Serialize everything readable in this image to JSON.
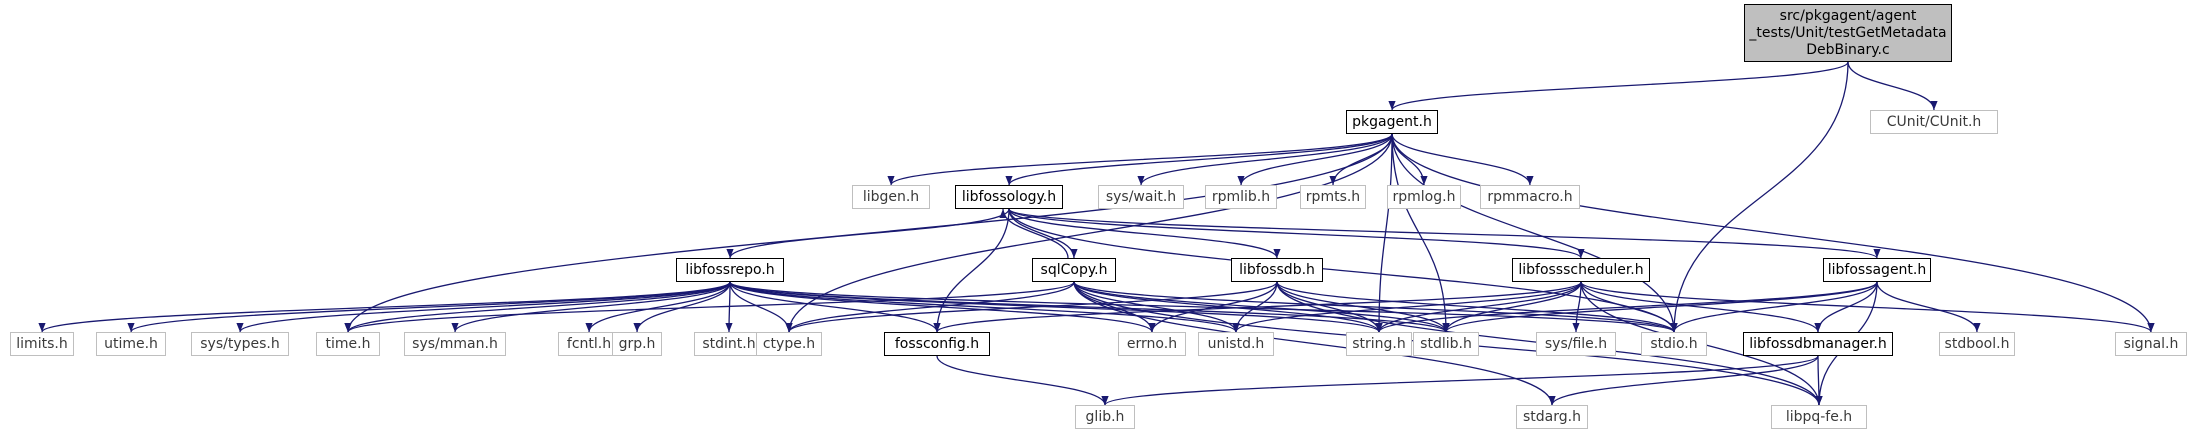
{
  "diagram": {
    "colors": {
      "edge": "#191970",
      "light_border": "#bfbfbf",
      "root_fill": "#bfbfbf"
    },
    "nodes": {
      "root": {
        "label": "src/pkgagent/agent\n_tests/Unit/testGetMetadata\nDebBinary.c",
        "style": "root"
      },
      "cunit": {
        "label": "CUnit/CUnit.h",
        "style": "light"
      },
      "pkgagent": {
        "label": "pkgagent.h",
        "style": "solid"
      },
      "libgen": {
        "label": "libgen.h",
        "style": "light"
      },
      "libfossology": {
        "label": "libfossology.h",
        "style": "solid"
      },
      "syswait": {
        "label": "sys/wait.h",
        "style": "light"
      },
      "rpmlib": {
        "label": "rpmlib.h",
        "style": "light"
      },
      "rpmts": {
        "label": "rpmts.h",
        "style": "light"
      },
      "rpmlog": {
        "label": "rpmlog.h",
        "style": "light"
      },
      "rpmmacro": {
        "label": "rpmmacro.h",
        "style": "light"
      },
      "libfossrepo": {
        "label": "libfossrepo.h",
        "style": "solid"
      },
      "sqlcopy": {
        "label": "sqlCopy.h",
        "style": "solid"
      },
      "libfossdb": {
        "label": "libfossdb.h",
        "style": "solid"
      },
      "libfossscheduler": {
        "label": "libfossscheduler.h",
        "style": "solid"
      },
      "libfossagent": {
        "label": "libfossagent.h",
        "style": "solid"
      },
      "limits": {
        "label": "limits.h",
        "style": "light"
      },
      "utime": {
        "label": "utime.h",
        "style": "light"
      },
      "systypes": {
        "label": "sys/types.h",
        "style": "light"
      },
      "time": {
        "label": "time.h",
        "style": "light"
      },
      "sysmman": {
        "label": "sys/mman.h",
        "style": "light"
      },
      "fcntl": {
        "label": "fcntl.h",
        "style": "light"
      },
      "grp": {
        "label": "grp.h",
        "style": "light"
      },
      "stdint": {
        "label": "stdint.h",
        "style": "light"
      },
      "ctype": {
        "label": "ctype.h",
        "style": "light"
      },
      "fossconfig": {
        "label": "fossconfig.h",
        "style": "solid"
      },
      "errno": {
        "label": "errno.h",
        "style": "light"
      },
      "unistd": {
        "label": "unistd.h",
        "style": "light"
      },
      "string": {
        "label": "string.h",
        "style": "light"
      },
      "stdlib": {
        "label": "stdlib.h",
        "style": "light"
      },
      "sysfile": {
        "label": "sys/file.h",
        "style": "light"
      },
      "stdio": {
        "label": "stdio.h",
        "style": "light"
      },
      "libfossdbmanager": {
        "label": "libfossdbmanager.h",
        "style": "solid"
      },
      "stdbool": {
        "label": "stdbool.h",
        "style": "light"
      },
      "signal": {
        "label": "signal.h",
        "style": "light"
      },
      "glib": {
        "label": "glib.h",
        "style": "light"
      },
      "stdarg": {
        "label": "stdarg.h",
        "style": "light"
      },
      "libpqfe": {
        "label": "libpq-fe.h",
        "style": "light"
      }
    },
    "edges": [
      [
        "root",
        "pkgagent"
      ],
      [
        "root",
        "cunit"
      ],
      [
        "root",
        "stdio"
      ],
      [
        "pkgagent",
        "libgen"
      ],
      [
        "pkgagent",
        "libfossology"
      ],
      [
        "pkgagent",
        "syswait"
      ],
      [
        "pkgagent",
        "rpmlib"
      ],
      [
        "pkgagent",
        "rpmts"
      ],
      [
        "pkgagent",
        "rpmlog"
      ],
      [
        "pkgagent",
        "rpmmacro"
      ],
      [
        "pkgagent",
        "time"
      ],
      [
        "pkgagent",
        "ctype"
      ],
      [
        "pkgagent",
        "string"
      ],
      [
        "pkgagent",
        "stdlib"
      ],
      [
        "pkgagent",
        "stdio"
      ],
      [
        "pkgagent",
        "signal"
      ],
      [
        "libfossology",
        "libfossrepo"
      ],
      [
        "libfossology",
        "sqlcopy"
      ],
      [
        "libfossology",
        "libfossdb"
      ],
      [
        "libfossology",
        "libfossscheduler"
      ],
      [
        "libfossology",
        "libfossagent"
      ],
      [
        "libfossology",
        "fossconfig"
      ],
      [
        "libfossology",
        "stdio"
      ],
      [
        "sqlcopy",
        "libfossology"
      ],
      [
        "libfossrepo",
        "limits"
      ],
      [
        "libfossrepo",
        "utime"
      ],
      [
        "libfossrepo",
        "systypes"
      ],
      [
        "libfossrepo",
        "time"
      ],
      [
        "libfossrepo",
        "sysmman"
      ],
      [
        "libfossrepo",
        "fcntl"
      ],
      [
        "libfossrepo",
        "grp"
      ],
      [
        "libfossrepo",
        "stdint"
      ],
      [
        "libfossrepo",
        "ctype"
      ],
      [
        "libfossrepo",
        "fossconfig"
      ],
      [
        "libfossrepo",
        "errno"
      ],
      [
        "libfossrepo",
        "unistd"
      ],
      [
        "libfossrepo",
        "string"
      ],
      [
        "libfossrepo",
        "stdlib"
      ],
      [
        "libfossrepo",
        "stdio"
      ],
      [
        "sqlcopy",
        "time"
      ],
      [
        "sqlcopy",
        "ctype"
      ],
      [
        "sqlcopy",
        "errno"
      ],
      [
        "sqlcopy",
        "unistd"
      ],
      [
        "sqlcopy",
        "string"
      ],
      [
        "sqlcopy",
        "stdlib"
      ],
      [
        "sqlcopy",
        "stdio"
      ],
      [
        "sqlcopy",
        "stdarg"
      ],
      [
        "sqlcopy",
        "libpqfe"
      ],
      [
        "libfossdb",
        "ctype"
      ],
      [
        "libfossdb",
        "errno"
      ],
      [
        "libfossdb",
        "unistd"
      ],
      [
        "libfossdb",
        "string"
      ],
      [
        "libfossdb",
        "stdlib"
      ],
      [
        "libfossdb",
        "stdio"
      ],
      [
        "libfossdb",
        "libpqfe"
      ],
      [
        "libfossscheduler",
        "fossconfig"
      ],
      [
        "libfossscheduler",
        "unistd"
      ],
      [
        "libfossscheduler",
        "string"
      ],
      [
        "libfossscheduler",
        "stdlib"
      ],
      [
        "libfossscheduler",
        "sysfile"
      ],
      [
        "libfossscheduler",
        "stdio"
      ],
      [
        "libfossscheduler",
        "libfossdbmanager"
      ],
      [
        "libfossscheduler",
        "signal"
      ],
      [
        "libfossscheduler",
        "libpqfe"
      ],
      [
        "libfossagent",
        "string"
      ],
      [
        "libfossagent",
        "stdlib"
      ],
      [
        "libfossagent",
        "stdio"
      ],
      [
        "libfossagent",
        "libfossdbmanager"
      ],
      [
        "libfossagent",
        "stdbool"
      ],
      [
        "libfossagent",
        "libpqfe"
      ],
      [
        "libfossdbmanager",
        "glib"
      ],
      [
        "libfossdbmanager",
        "stdarg"
      ],
      [
        "libfossdbmanager",
        "libpqfe"
      ],
      [
        "fossconfig",
        "glib"
      ]
    ]
  }
}
